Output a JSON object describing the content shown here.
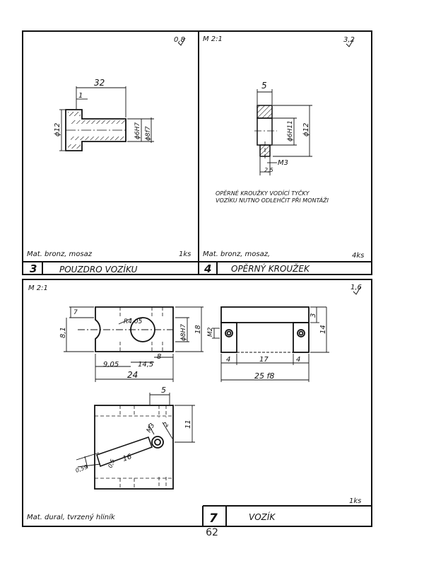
{
  "page_number": "62",
  "panels": {
    "p3": {
      "surface": "0,8",
      "number": "3",
      "title": "POUZDRO VOZÍKU",
      "material": "Mat. bronz, mosaz",
      "qty": "1ks",
      "dims": {
        "len": "32",
        "step": "1",
        "outer": "ϕ12",
        "bore": "ϕ6H7",
        "out2": "ϕ8f7"
      }
    },
    "p4": {
      "scale": "M 2:1",
      "surface": "3,2",
      "number": "4",
      "title": "OPĚRNÝ KROUŽEK",
      "material": "Mat. bronz, mosaz,",
      "qty": "4ks",
      "note1": "OPĚRNÉ KROUŽKY VODÍCÍ TYČKY",
      "note2": "VOZÍKU NUTNO ODLEHČIT PŘI MONTÁŽI",
      "dims": {
        "width": "5",
        "bore": "ϕ6H11",
        "outer": "ϕ12",
        "thread": "M3",
        "depth": "2,5"
      }
    },
    "p7": {
      "scale": "M 2:1",
      "surface": "1,6",
      "number": "7",
      "title": "VOZÍK",
      "material": "Mat. dural, tvrzený hliník",
      "qty": "1ks",
      "dims": {
        "d7": "7",
        "d8_1": "8,1",
        "r": "R4,05",
        "d8h7": "ϕ8H7",
        "d18": "18",
        "d9_05": "9,05",
        "d14_5": "14,5",
        "d8": "8",
        "d24": "24",
        "m2": "M2",
        "d3": "3",
        "d14": "14",
        "d4a": "4",
        "d17": "17",
        "d4b": "4",
        "d25": "25 f8",
        "d5": "5",
        "m3": "M3",
        "d2": "2",
        "d11": "11",
        "d16": "16",
        "d0_5": "0,5",
        "d0_59": "0,59"
      }
    }
  }
}
